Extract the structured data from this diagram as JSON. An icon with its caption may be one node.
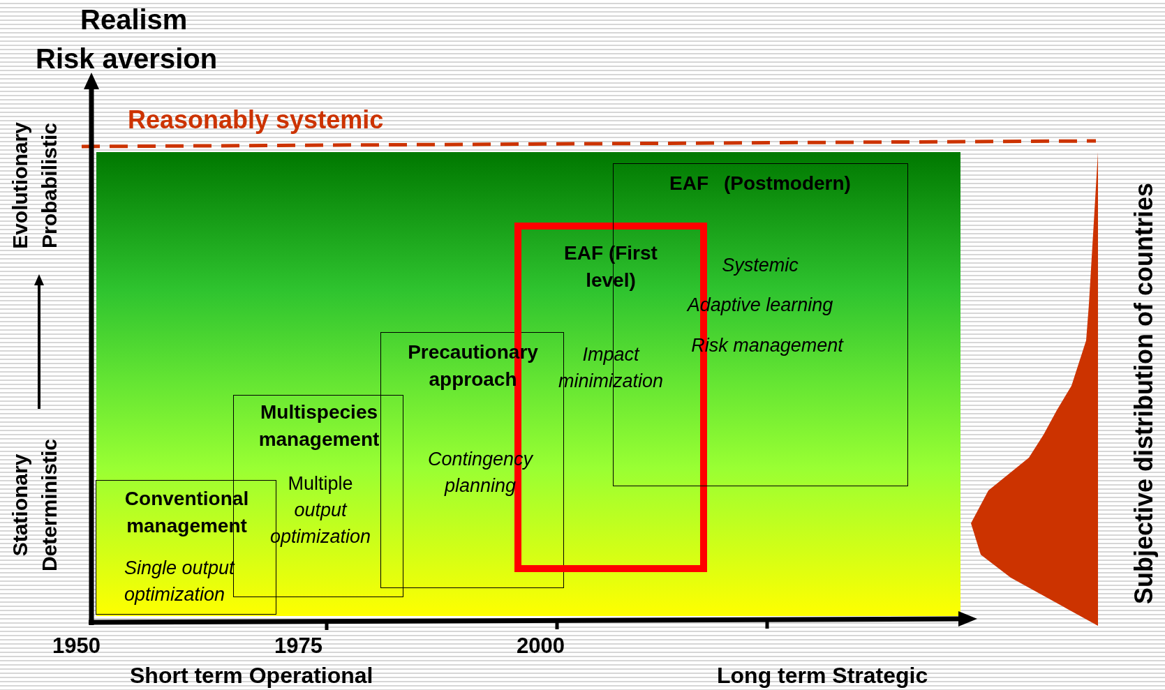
{
  "diagram": {
    "nodes": [
      {
        "text": [
          "Conventional management",
          "Single output optimization"
        ]
      },
      {
        "text": [
          "Multispecies management",
          "Multiple *output optimization*"
        ]
      },
      {
        "text": [
          "Precautionary approach",
          "Contingency planning"
        ]
      },
      {
        "text": [
          "EAF (First level)",
          "Impact minimization"
        ]
      },
      {
        "text": [
          "EAF (Postmodern)",
          "Systemic",
          "Adaptive learning",
          "Risk management"
        ]
      }
    ],
    "labels": [
      "Realism",
      "Risk aversion",
      "Reasonably systemic",
      "Evolutionary",
      "Probabilistic",
      "Stationary",
      "Deterministic",
      "Subjective distribution of countries",
      "1950",
      "1975",
      "2000",
      "Short term Operational",
      "Long term Strategic"
    ]
  }
}
